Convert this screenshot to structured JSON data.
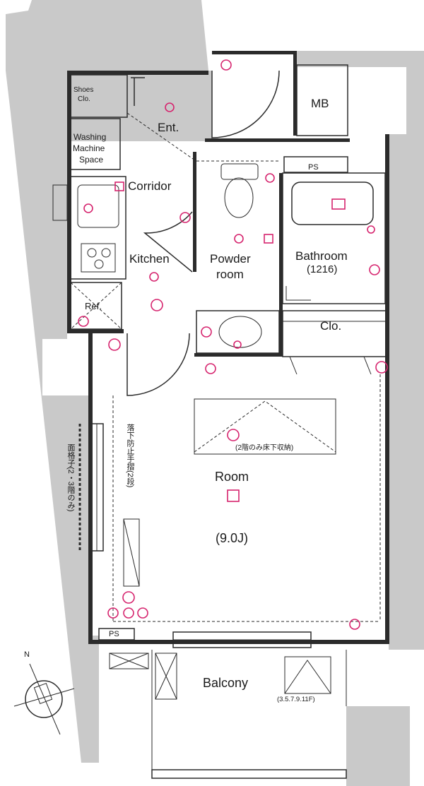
{
  "rooms": {
    "shoes_clo": [
      "Shoes",
      "Clo."
    ],
    "washing": [
      "Washing",
      "Machine",
      "Space"
    ],
    "ent": "Ent.",
    "mb": "MB",
    "ps_top": "PS",
    "corridor": "Corridor",
    "kitchen": "Kitchen",
    "powder": [
      "Powder",
      "room"
    ],
    "bathroom": [
      "Bathroom",
      "(1216)"
    ],
    "ref": "Ref.",
    "clo": "Clo.",
    "room": "Room",
    "room_size": "(9.0J)",
    "ps_bottom": "PS",
    "balcony": "Balcony"
  },
  "notes": {
    "underfloor": "(2階のみ床下収納)",
    "railing": "落下防止手摺(2段)",
    "lattice": "面格子(2・3階のみ)",
    "balcony_floors": "(3.5.7.9.11F)"
  },
  "compass": {
    "label": "N"
  },
  "colors": {
    "wall": "#2b2b2b",
    "hatch": "#c9c9c9",
    "fixture": "#d6246e"
  }
}
